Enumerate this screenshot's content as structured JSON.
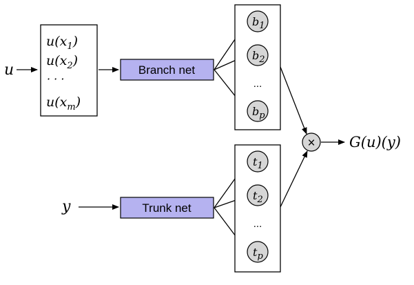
{
  "input_u": {
    "symbol": "u"
  },
  "input_y": {
    "symbol": "y"
  },
  "sensor_box": {
    "rows": [
      {
        "fn": "u(x",
        "sub": "1",
        "close": ")"
      },
      {
        "fn": "u(x",
        "sub": "2",
        "close": ")"
      },
      {
        "fn": "· · ·",
        "sub": "",
        "close": ""
      },
      {
        "fn": "u(x",
        "sub": "m",
        "close": ")"
      }
    ]
  },
  "branch_net": {
    "label": "Branch net"
  },
  "trunk_net": {
    "label": "Trunk net"
  },
  "branch_outputs": [
    {
      "base": "b",
      "sub": "1"
    },
    {
      "base": "b",
      "sub": "2"
    },
    {
      "base": "...",
      "sub": ""
    },
    {
      "base": "b",
      "sub": "p"
    }
  ],
  "trunk_outputs": [
    {
      "base": "t",
      "sub": "1"
    },
    {
      "base": "t",
      "sub": "2"
    },
    {
      "base": "...",
      "sub": ""
    },
    {
      "base": "t",
      "sub": "p"
    }
  ],
  "product_node": {
    "symbol": "×"
  },
  "output": {
    "label": "G(u)(y)"
  },
  "colors": {
    "net_fill": "#b5b2f0",
    "node_fill": "#d6d6d6",
    "stroke": "#000000"
  }
}
